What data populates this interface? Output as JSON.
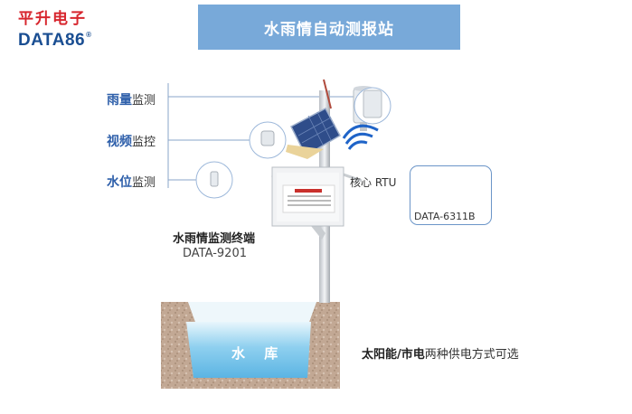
{
  "brand": {
    "cn_name": "平升电子",
    "en_name": "DATA86",
    "registered": "®"
  },
  "title": "水雨情自动测报站",
  "monitors": [
    {
      "bold": "雨量",
      "normal": "监测"
    },
    {
      "bold": "视频",
      "normal": "监控"
    },
    {
      "bold": "水位",
      "normal": "监测"
    }
  ],
  "rtu": {
    "label": "核心 RTU",
    "model": "DATA-6311B"
  },
  "terminal": {
    "name": "水雨情监测终端",
    "model": "DATA-9201"
  },
  "reservoir": {
    "label": "水 库"
  },
  "power": {
    "bold": "太阳能/市电",
    "normal": "两种供电方式可选"
  },
  "colors": {
    "title_bg": "#78a9d9",
    "brand_red": "#d7262e",
    "brand_blue": "#1a4e92",
    "label_blue": "#2e5faa",
    "water": "#7ec7ea",
    "soil": "#c2a894"
  }
}
